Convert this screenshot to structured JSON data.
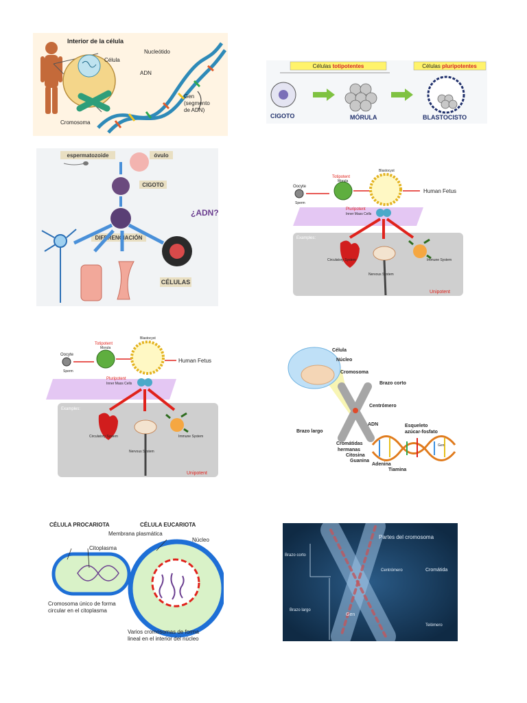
{
  "panel1": {
    "title": "Interior de la célula",
    "celula": "Célula",
    "nucleotido": "Nucleótido",
    "adn": "ADN",
    "gen1": "Gen",
    "gen2": "(segmento",
    "gen3": "de ADN)",
    "cromosoma": "Cromosoma"
  },
  "panel2": {
    "header_a_prefix": "Células ",
    "header_a_em": "totipotentes",
    "header_b_prefix": "Células ",
    "header_b_em": "pluripotentes",
    "cigoto": "CIGOTO",
    "morula": "MÓRULA",
    "blastocisto": "BLASTOCISTO"
  },
  "panel3": {
    "espermatozoide": "espermatozoide",
    "ovulo": "óvulo",
    "cigoto": "CIGOTO",
    "diferenciacion": "DIFERENCIACIÓN",
    "adn": "¿ADN?",
    "celulas": "CÉLULAS"
  },
  "potency": {
    "oocyte": "Oocyte",
    "sperm": "Sperm",
    "totipotent": "Totipotent",
    "morula": "Morula",
    "blastocyst": "Blastocyst",
    "human_fetus": "Human Fetus",
    "pluripotent": "Pluripotent",
    "inner_mass": "Inner Mass Cells",
    "examples": "Examples:",
    "circulatory": "Circulatory System",
    "nervous": "Nervous System",
    "immune": "Immune System",
    "unipotent": "Unipotent"
  },
  "panel6": {
    "celula": "Célula",
    "nucleo": "Núcleo",
    "cromosoma": "Cromosoma",
    "brazo_corto": "Brazo corto",
    "centromero": "Centrómero",
    "brazo_largo": "Brazo largo",
    "adn": "ADN",
    "esqueleto1": "Esqueleto",
    "esqueleto2": "azúcar-fosfato",
    "cromatidas1": "Cromátidas",
    "cromatidas2": "hermanas",
    "citosina": "Citosina",
    "guanina": "Guanina",
    "adenina": "Adenina",
    "tiamina": "Tiamina",
    "gen": "Gen"
  },
  "panel7": {
    "procariota": "CÉLULA PROCARIOTA",
    "eucariota": "CÉLULA EUCARIOTA",
    "membrana": "Membrana plasmática",
    "nucleo": "Núcleo",
    "citoplasma": "Citoplasma",
    "crom_unico1": "Cromosoma único de forma",
    "crom_unico2": "circular en el citoplasma",
    "varios1": "Varios cromosomas de forma",
    "varios2": "lineal en el interior del núcleo"
  },
  "panel8": {
    "title": "Partes del cromosoma",
    "brazo_corto": "Brazo corto",
    "centromero": "Centrómero",
    "cromatida": "Cromátida",
    "brazo_largo": "Brazo largo",
    "gen": "Gen",
    "telomero": "Telómero"
  },
  "colors": {
    "panel8_bg": "#0f2a44",
    "red_arrow": "#e0221b",
    "yellow_label": "#fff36b",
    "prokaryote_fill": "#d9f2c8",
    "eukaryote_ring": "#1e6fd6"
  }
}
